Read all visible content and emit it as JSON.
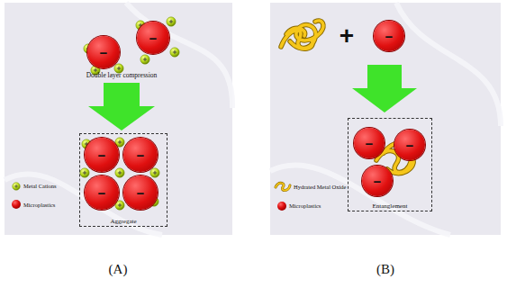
{
  "diagram": {
    "nodes": [
      {
        "text": [
          "−"
        ]
      },
      {
        "text": [
          "−"
        ]
      },
      {
        "text": [
          "Aggregate"
        ]
      },
      {
        "text": [
          "−"
        ],
        "in": 2
      },
      {
        "text": [
          "−"
        ],
        "in": 2
      },
      {
        "text": [
          "−"
        ],
        "in": 2
      },
      {
        "text": [
          "−"
        ],
        "in": 2
      },
      {
        "text": [
          "−"
        ]
      },
      {
        "text": [
          "Entanglement"
        ]
      },
      {
        "text": [
          "−"
        ],
        "in": 8
      },
      {
        "text": [
          "−"
        ],
        "in": 8
      },
      {
        "text": [
          "−"
        ],
        "in": 8
      }
    ],
    "labels": [
      "Double layer compression",
      "+",
      "(A)",
      "(B)"
    ],
    "legend": [
      {
        "text": "Metal Cations"
      },
      {
        "text": "Microplastics"
      },
      {
        "text": "Hydrated Metal Oxide"
      },
      {
        "text": "Microplastics"
      }
    ]
  }
}
